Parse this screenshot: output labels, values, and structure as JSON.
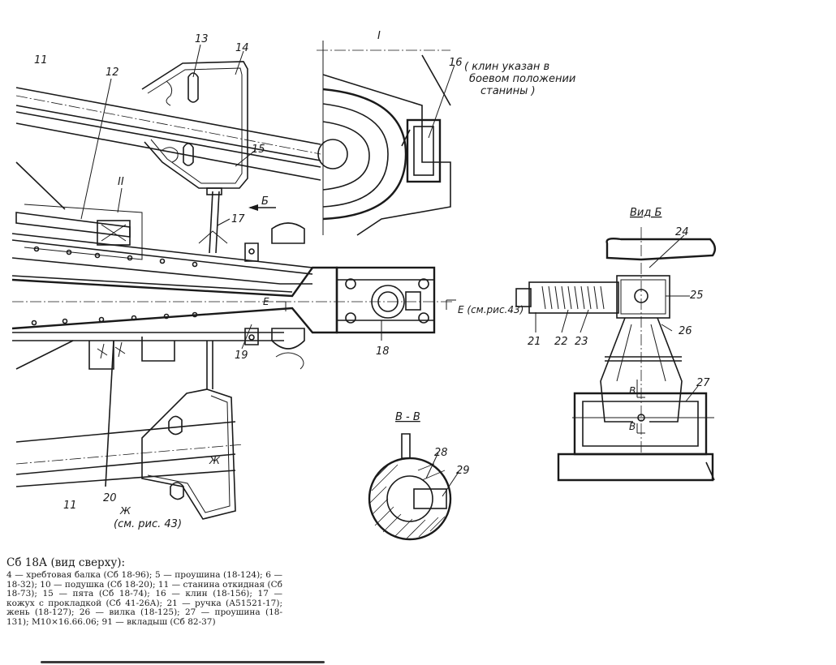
{
  "labels": {
    "l1": "I",
    "l2": "II",
    "l11a": "11",
    "l11b": "11",
    "l12": "12",
    "l13": "13",
    "l14": "14",
    "l15": "15",
    "l16": "16",
    "l16_note_1": "( клин указан в",
    "l16_note_2": "боевом положении",
    "l16_note_3": "станины )",
    "l17": "17",
    "l18": "18",
    "l19": "19",
    "l20": "20",
    "l21": "21",
    "l22": "22",
    "l23": "23",
    "l24": "24",
    "l25": "25",
    "l26": "26",
    "l27": "27",
    "l28": "28",
    "l29": "29",
    "arrow_b": "Б",
    "cut_e_left": "Е",
    "cut_e_right": "Е (см.рис.43)",
    "cut_zh_right": "Ж",
    "cut_zh_left": "Ж",
    "see_fig": "(см. рис. 43)",
    "view_b": "Вид Б",
    "section_vv": "В - В",
    "cut_v_top": "В",
    "cut_v_bottom": "В"
  },
  "caption": {
    "title": "Сб 18А (вид сверху):",
    "body": "4 — хребтовая балка (Сб 18-96); 5 — проушина (18-124); 6 — 18-32); 10 — подушка (Сб 18-20); 11 — станина откидная (Сб 18-73); 15 — пята (Сб 18-74); 16 — клин (18-156); 17 — кожух с прокладкой (Сб 41-26А); 21 — ручка (А51521-17); жень (18-127); 26 — вилка (18-125); 27 — проушина (18-131); М10×16.66.06; 91 — вкладыш (Сб 82-37)"
  }
}
